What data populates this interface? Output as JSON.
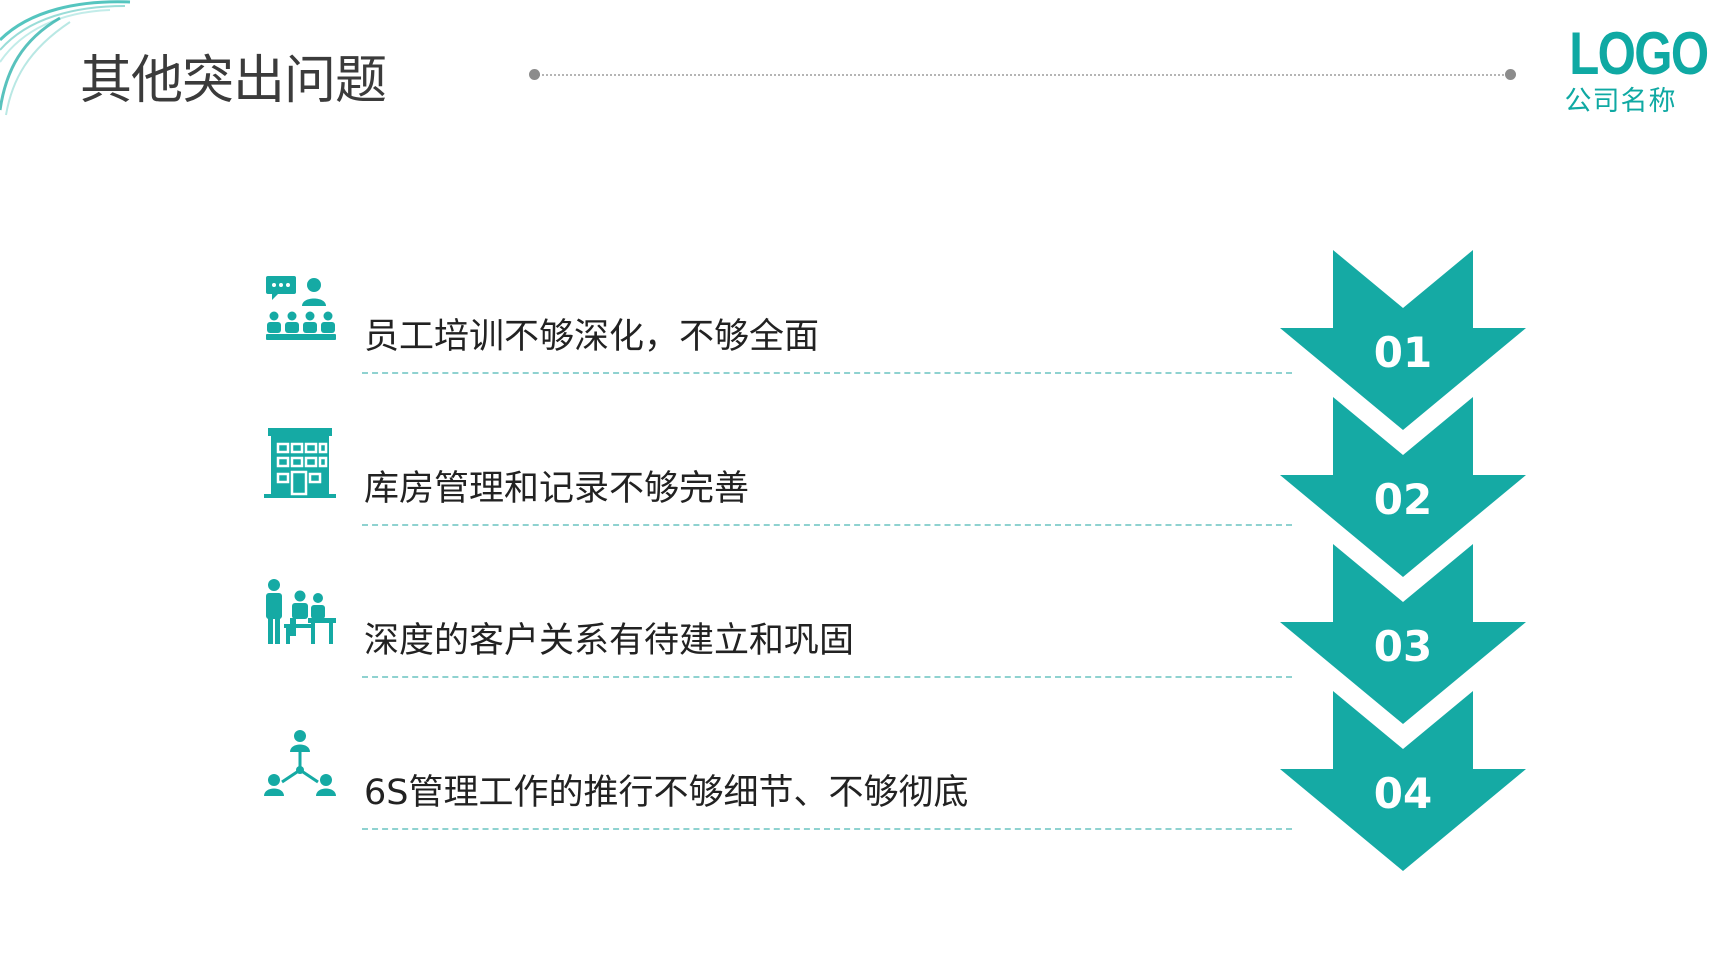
{
  "slide": {
    "title": "其他突出问题",
    "logo": {
      "text": "LOGO",
      "company": "公司名称"
    },
    "accent_color": "#15aaa4",
    "items": [
      {
        "number": "01",
        "text": "员工培训不够深化，不够全面",
        "icon": "training-audience-icon"
      },
      {
        "number": "02",
        "text": "库房管理和记录不够完善",
        "icon": "warehouse-building-icon"
      },
      {
        "number": "03",
        "text": "深度的客户关系有待建立和巩固",
        "icon": "customer-meeting-icon"
      },
      {
        "number": "04",
        "text": "6S管理工作的推行不够细节、不够彻底",
        "icon": "team-network-icon"
      }
    ]
  }
}
